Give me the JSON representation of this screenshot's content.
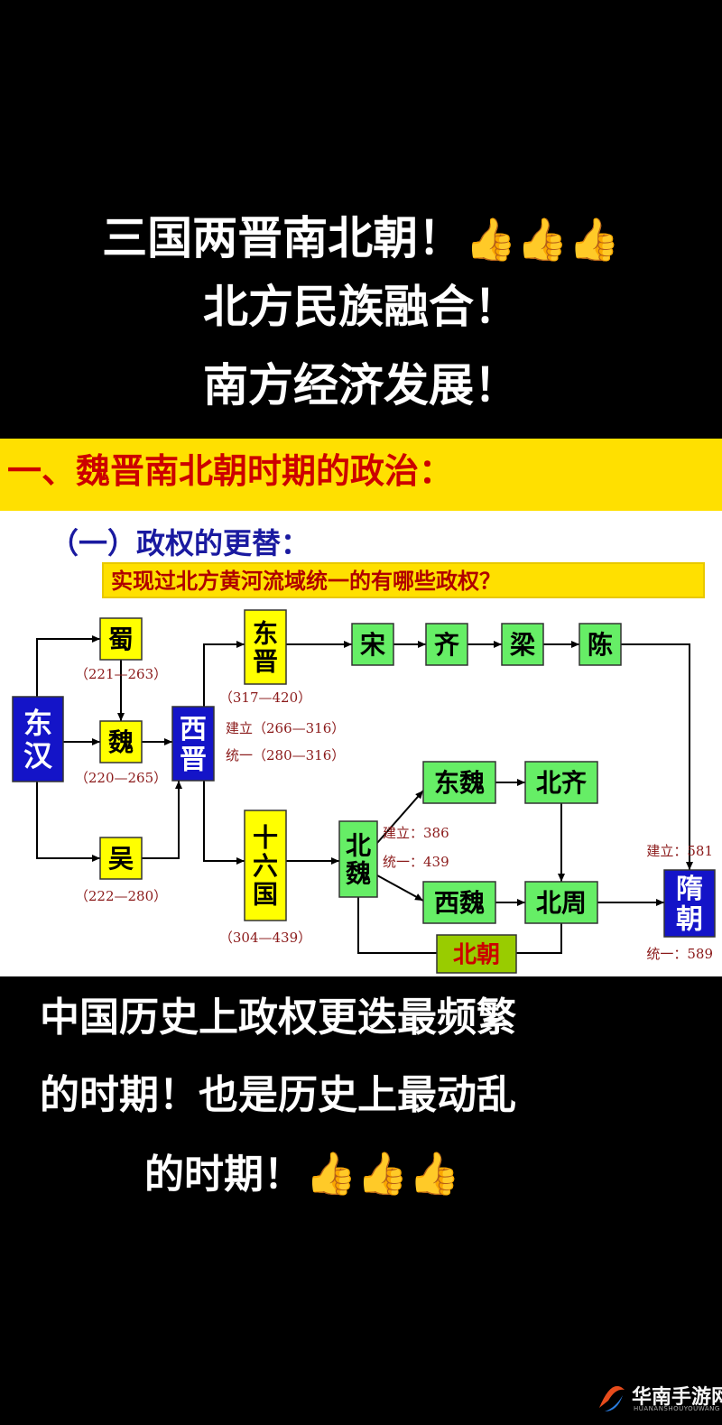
{
  "headline": {
    "line1": "三国两晋南北朝！",
    "line2": "北方民族融合！",
    "line3": "南方经济发展！",
    "thumbs": "👍👍👍"
  },
  "slide": {
    "section_heading": "一、魏晋南北朝时期的政治：",
    "sub_heading": "（一）政权的更替：",
    "question": "实现过北方黄河流域统一的有哪些政权？"
  },
  "diagram": {
    "nodes": {
      "donghan": "东汉",
      "shu": "蜀",
      "wei": "魏",
      "wu": "吴",
      "xijin": "西晋",
      "dongjin": "东晋",
      "shiliuguo": "十六国",
      "song": "宋",
      "qi": "齐",
      "liang": "梁",
      "chen": "陈",
      "beiwei": "北魏",
      "dongwei": "东魏",
      "beiqi": "北齐",
      "xiwei": "西魏",
      "beizhou": "北周",
      "sui": "隋朝",
      "beichao": "北朝"
    },
    "dates": {
      "shu": "（221—263）",
      "wei": "（220—265）",
      "wu": "（222—280）",
      "dongjin": "（317—420）",
      "xijin_found": "建立（266—316）",
      "xijin_unify": "统一（280—316）",
      "shiliuguo": "（304—439）",
      "beiwei_found": "建立：386",
      "beiwei_unify": "统一：439",
      "sui_found": "建立：581",
      "sui_unify": "统一：589"
    },
    "colors": {
      "yellow": "#ffff00",
      "blue": "#1414c8",
      "green": "#66ee66",
      "olive": "#99cc00",
      "date_text": "#8b1a1a",
      "heading_red": "#cc0000"
    }
  },
  "bottom": {
    "line1": "中国历史上政权更迭最频繁",
    "line2": "的时期！也是历史上最动乱",
    "line3": "的时期！",
    "thumbs": "👍👍👍"
  },
  "watermark": {
    "name": "华南手游网",
    "url": "HUANANSHOUYOUWANG"
  }
}
